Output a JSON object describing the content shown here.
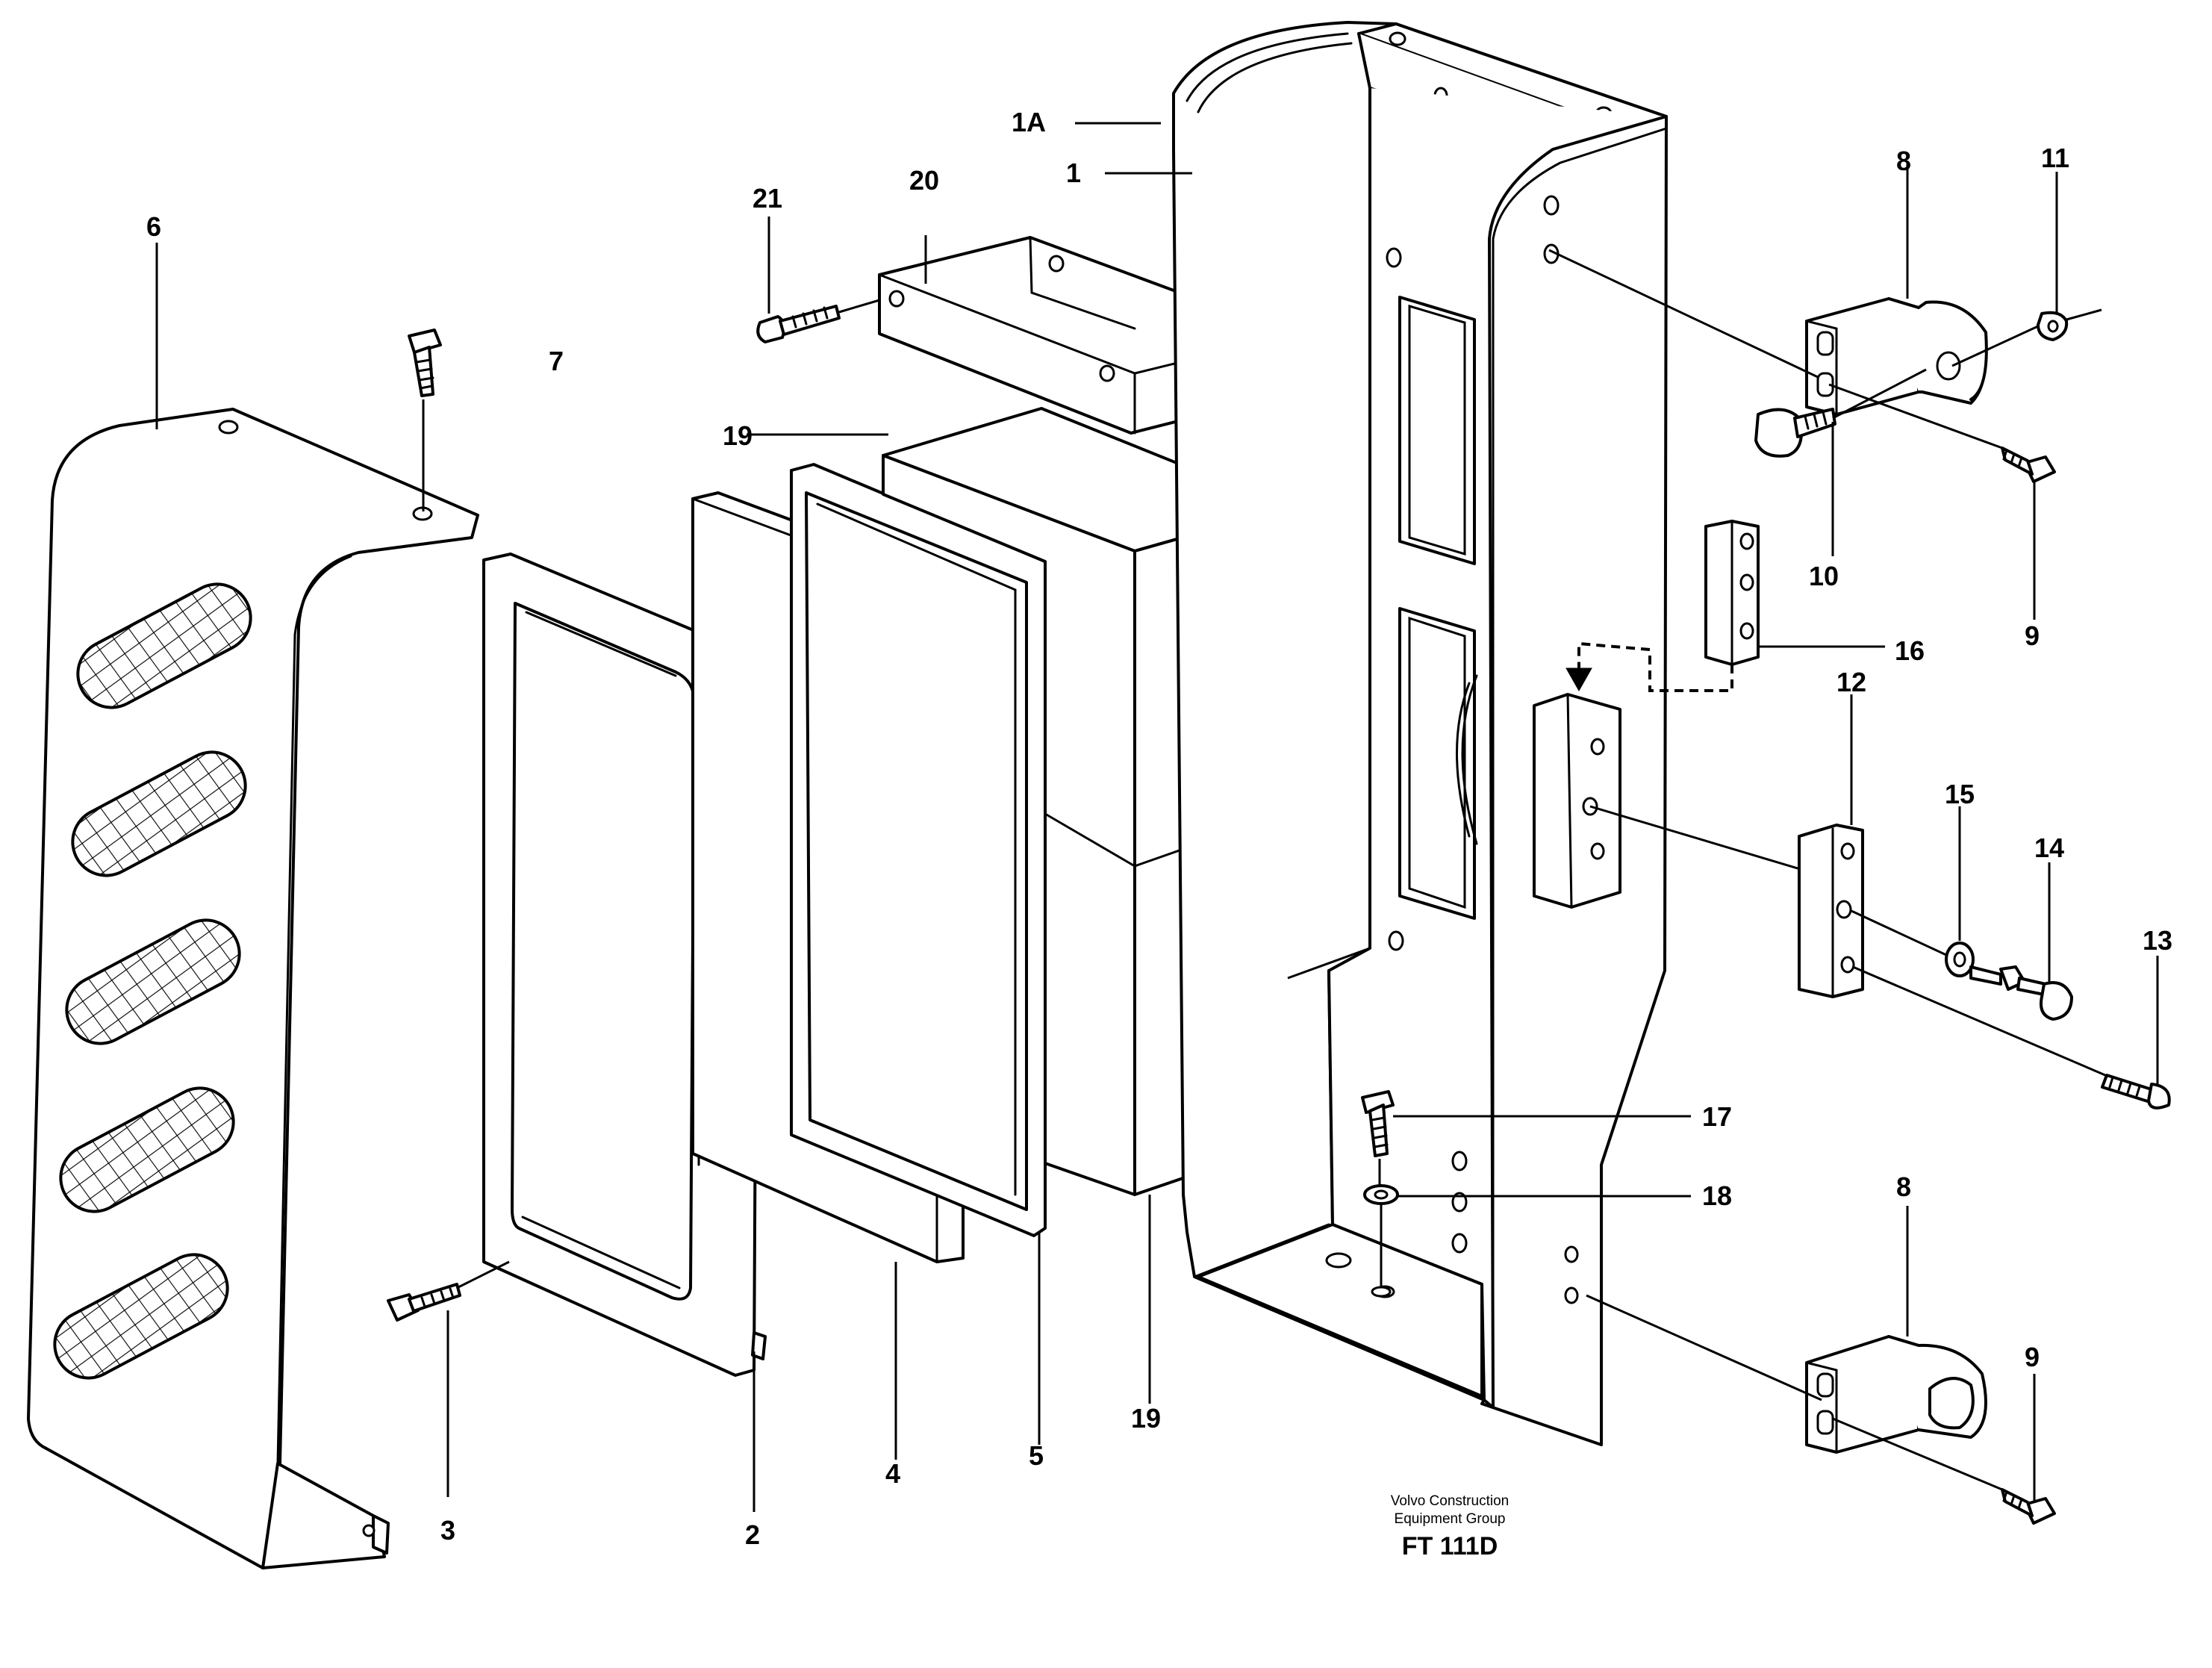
{
  "labels": {
    "l1A": "1A",
    "l1": "1",
    "l2": "2",
    "l3": "3",
    "l4": "4",
    "l5": "5",
    "l6": "6",
    "l7": "7",
    "l8a": "8",
    "l8b": "8",
    "l9a": "9",
    "l9b": "9",
    "l10": "10",
    "l11": "11",
    "l12": "12",
    "l13": "13",
    "l14": "14",
    "l15": "15",
    "l16": "16",
    "l17": "17",
    "l18": "18",
    "l19a": "19",
    "l19b": "19",
    "l20": "20",
    "l21": "21"
  },
  "footer": {
    "line1": "Volvo Construction",
    "line2": "Equipment Group",
    "code": "FT 111D"
  }
}
